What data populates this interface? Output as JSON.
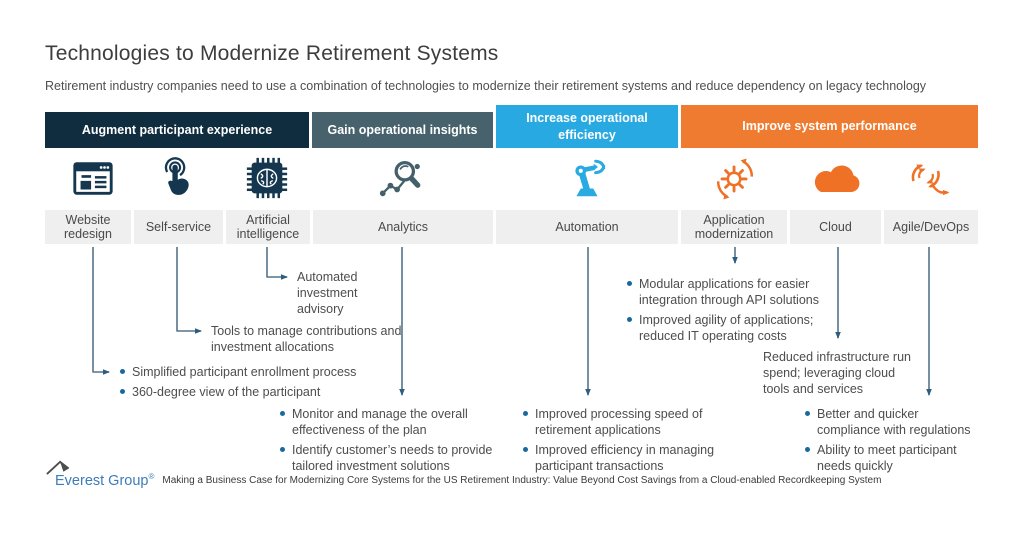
{
  "page": {
    "title": "Technologies to Modernize Retirement Systems",
    "subtitle": "Retirement industry companies need to use a combination of technologies to modernize their retirement systems and reduce dependency on legacy technology"
  },
  "bands": [
    {
      "label": "Augment participant experience",
      "color": "#102C3F"
    },
    {
      "label": "Gain operational insights",
      "color": "#47626D"
    },
    {
      "label": "Increase operational efficiency",
      "color": "#29A9E2"
    },
    {
      "label": "Improve system performance",
      "color": "#EF7B30"
    }
  ],
  "columns": [
    {
      "label": "Website redesign",
      "icon": "browser-icon",
      "icon_color": "#14374F"
    },
    {
      "label": "Self-service",
      "icon": "tap-hand-icon",
      "icon_color": "#14374F"
    },
    {
      "label": "Artificial intelligence",
      "icon": "chip-brain-icon",
      "icon_color": "#14374F"
    },
    {
      "label": "Analytics",
      "icon": "magnifier-chart-icon",
      "icon_color": "#44606B"
    },
    {
      "label": "Automation",
      "icon": "robot-arm-icon",
      "icon_color": "#29ABE2"
    },
    {
      "label": "Application modernization",
      "icon": "gear-refresh-icon",
      "icon_color": "#EE7125"
    },
    {
      "label": "Cloud",
      "icon": "cloud-icon",
      "icon_color": "#EE7125"
    },
    {
      "label": "Agile/DevOps",
      "icon": "cycle-arrows-icon",
      "icon_color": "#EE7125"
    }
  ],
  "callouts": {
    "website": {
      "items": [
        "Simplified participant enrollment process",
        "360-degree view of the participant"
      ]
    },
    "self_service": {
      "text": "Tools to manage contributions and investment allocations"
    },
    "ai": {
      "text": "Automated investment advisory"
    },
    "analytics": {
      "items": [
        "Monitor and manage the overall effectiveness of the plan",
        "Identify customer’s needs to provide tailored investment solutions"
      ]
    },
    "automation": {
      "items": [
        "Improved processing speed of retirement applications",
        "Improved efficiency in managing participant transactions"
      ]
    },
    "app_modernization": {
      "items": [
        "Modular applications for easier integration through API solutions",
        "Improved agility of applications; reduced IT operating costs"
      ]
    },
    "cloud": {
      "text": "Reduced infrastructure run spend; leveraging cloud tools and services"
    },
    "agile": {
      "items": [
        "Better and quicker compliance with regulations",
        "Ability to meet participant needs quickly"
      ]
    }
  },
  "footer": {
    "brand": "Everest Group",
    "reg_mark": "®",
    "source": "Making a Business Case for Modernizing Core Systems for the US Retirement Industry: Value Beyond Cost Savings from a Cloud-enabled Recordkeeping System"
  },
  "colors": {
    "band_navy": "#102C3F",
    "band_slate": "#47626D",
    "band_blue": "#29A9E2",
    "band_orange": "#EF7B30",
    "icon_navy": "#14374F",
    "icon_slate": "#44606B",
    "icon_blue": "#29ABE2",
    "icon_orange": "#EE7125",
    "bullet_dot": "#1A699E",
    "arrow_line": "#54748A",
    "label_row_bg": "#EFEFEF",
    "brand_blue": "#3C7CBB"
  }
}
